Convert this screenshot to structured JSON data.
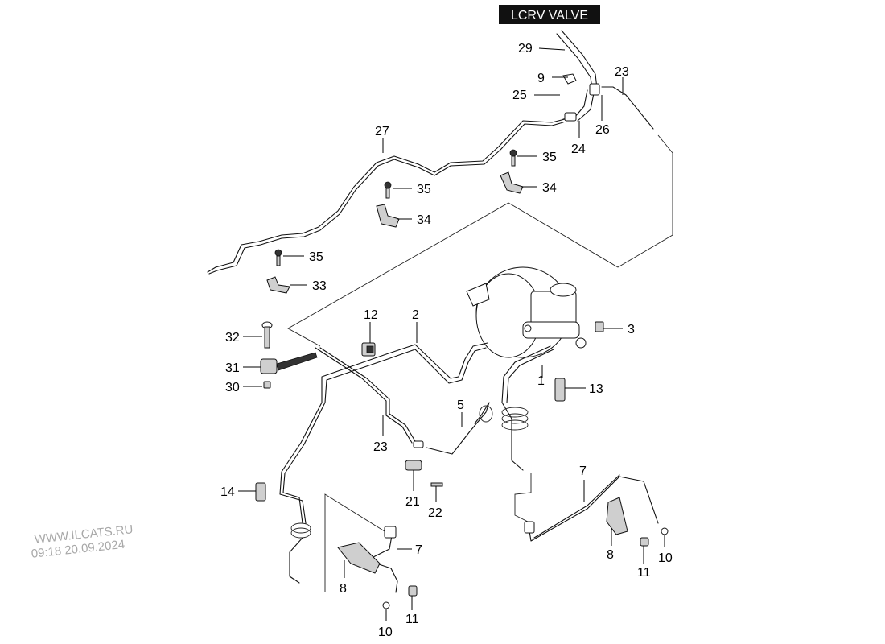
{
  "title": "LCRV VALVE",
  "callouts": {
    "c29": "29",
    "c23_top": "23",
    "c9": "9",
    "c25": "25",
    "c26": "26",
    "c24": "24",
    "c27": "27",
    "c35_a": "35",
    "c34_a": "34",
    "c35_b": "35",
    "c34_b": "34",
    "c35_c": "35",
    "c33": "33",
    "c32": "32",
    "c12": "12",
    "c2": "2",
    "c3": "3",
    "c31": "31",
    "c30": "30",
    "c1": "1",
    "c13": "13",
    "c5": "5",
    "c23_mid": "23",
    "c14": "14",
    "c21": "21",
    "c22": "22",
    "c7_right": "7",
    "c8_right": "8",
    "c10_right": "10",
    "c11_right": "11",
    "c7_left": "7",
    "c8_left": "8",
    "c10_left": "10",
    "c11_left": "11"
  },
  "watermark": {
    "site": "WWW.ILCATS.RU",
    "timestamp": "09:18 20.09.2024"
  }
}
